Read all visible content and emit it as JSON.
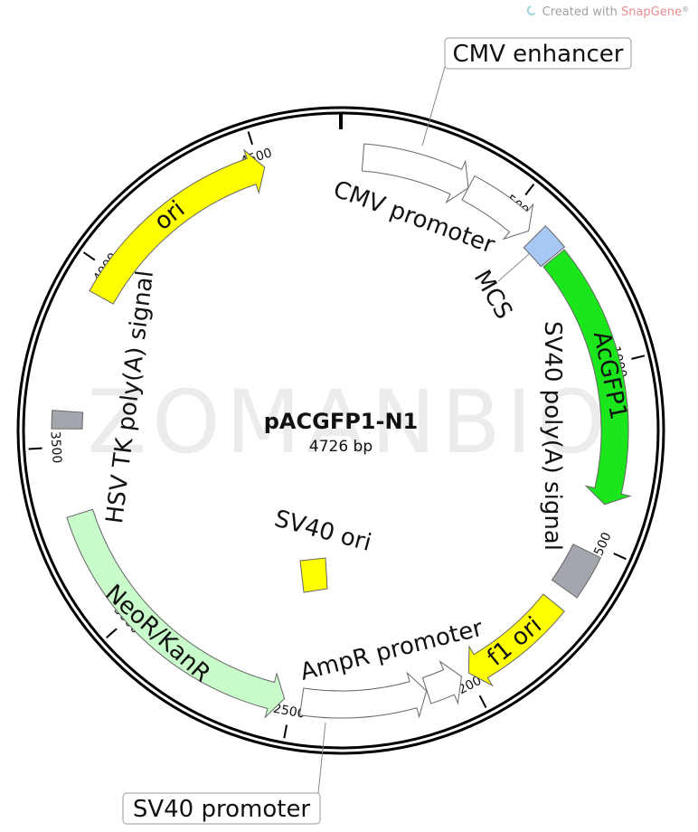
{
  "credit": {
    "prefix": "Created with ",
    "brand": "SnapGene",
    "mark": "®"
  },
  "watermark": "ZOMANBIO",
  "plasmid": {
    "name": "pACGFP1-N1",
    "size_label": "4726 bp",
    "length": 4726
  },
  "ticks": [
    {
      "pos": 500,
      "label": "500"
    },
    {
      "pos": 1000,
      "label": "1000"
    },
    {
      "pos": 1500,
      "label": "1500"
    },
    {
      "pos": 2000,
      "label": "2000"
    },
    {
      "pos": 2500,
      "label": "2500"
    },
    {
      "pos": 3000,
      "label": "3000"
    },
    {
      "pos": 3500,
      "label": "3500"
    },
    {
      "pos": 4000,
      "label": "4000"
    },
    {
      "pos": 4500,
      "label": "4500"
    }
  ],
  "features": [
    {
      "name": "CMV enhancer",
      "label": "CMV enhancer",
      "start": 61,
      "end": 364,
      "dir": "fwd",
      "color": "#ffffff"
    },
    {
      "name": "CMV promoter",
      "label": "CMV promoter",
      "start": 364,
      "end": 568,
      "dir": "fwd",
      "color": "#ffffff"
    },
    {
      "name": "MCS",
      "label": "MCS",
      "start": 591,
      "end": 665,
      "dir": "none",
      "color": "#a6c8f2"
    },
    {
      "name": "AcGFP1",
      "label": "AcGFP1",
      "start": 670,
      "end": 1387,
      "dir": "fwd",
      "color": "#1be61b"
    },
    {
      "name": "SV40 poly(A) signal",
      "label": "SV40 poly(A) signal",
      "start": 1524,
      "end": 1645,
      "dir": "none",
      "color": "#a3a6ad"
    },
    {
      "name": "f1 ori",
      "label": "f1 ori",
      "start": 1693,
      "end": 1998,
      "dir": "fwd",
      "color": "#ffff00"
    },
    {
      "name": "AmpR promoter",
      "label": "AmpR promoter",
      "start": 2020,
      "end": 2123,
      "dir": "rev",
      "color": "#ffffff"
    },
    {
      "name": "SV40 promoter",
      "label": "SV40 promoter",
      "start": 2124,
      "end": 2471,
      "dir": "rev",
      "color": "#ffffff"
    },
    {
      "name": "NeoR/KanR",
      "label": "NeoR/KanR",
      "start": 2519,
      "end": 3313,
      "dir": "rev",
      "color": "#c9fccb"
    },
    {
      "name": "HSV TK poly(A) signal",
      "label": "HSV TK poly(A) signal",
      "start": 3549,
      "end": 3597,
      "dir": "none",
      "color": "#a3a6ad"
    },
    {
      "name": "ori",
      "label": "ori",
      "start": 3926,
      "end": 4514,
      "dir": "fwd",
      "color": "#ffff00"
    }
  ],
  "inner_features": [
    {
      "name": "SV40 ori",
      "label": "SV40 ori",
      "color": "#ffff00"
    }
  ]
}
